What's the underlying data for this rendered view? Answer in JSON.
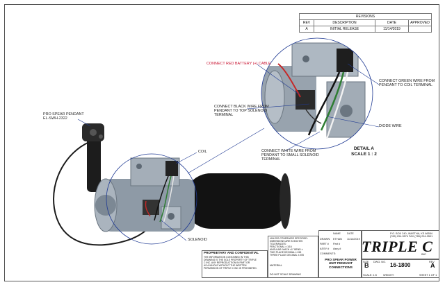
{
  "revisions": {
    "title": "REVISIONS",
    "headers": [
      "REV",
      "DESCRIPTION",
      "DATE",
      "APPROVED"
    ],
    "rows": [
      [
        "A",
        "INITIAL RELEASE",
        "11/14/2019",
        ""
      ]
    ]
  },
  "callouts": {
    "pendant": [
      "PRO SPEAR PENDANT",
      "EL-SWH-2322"
    ],
    "coil": "COIL",
    "solenoid": "SOLENOID",
    "red_cable": "CONNECT RED BATTERY (+) CABLE",
    "green_wire": [
      "CONNECT GREEN WIRE FROM",
      "PENDANT TO COIL TERMINAL"
    ],
    "black_wire": [
      "CONNECT BLACK WIRE FROM",
      "PENDANT TO TOP SOLENOID",
      "TERMINAL"
    ],
    "diode": "DIODE WIRE",
    "white_wire": [
      "CONNECT WHITE WIRE FROM",
      "PENDANT TO SMALL SOLENOID",
      "TERMINAL"
    ]
  },
  "detail": {
    "title": "DETAIL A",
    "scale": "SCALE 1 : 2"
  },
  "title_block": {
    "proprietary_title": "PROPRIETARY AND CONFIDENTIAL",
    "proprietary_text": [
      "THE INFORMATION CONTAINED IN THIS",
      "DRAWING IS THE SOLE PROPERTY OF TRIPLE",
      "C INC. ANY REPRODUCTION IN PART OR",
      "AS A WHOLE WITHOUT THE WRITTEN",
      "PERMISSION OF TRIPLE C INC IS PROHIBITED."
    ],
    "tolerance": [
      "UNLESS OTHERWISE SPECIFIED:",
      "DIMENSIONS ARE IN INCHES",
      "TOLERANCES:",
      "FRACTIONAL ±  1/16",
      "ANGULAR: MACH ±1° BEND ±",
      "TWO PLACE DECIMAL    ±.015",
      "THREE PLACE DECIMAL  ±.005"
    ],
    "material": "MATERIAL",
    "no_scale": "DO NOT SCALE DRAWING",
    "name_header": "NAME",
    "date_header": "DATE",
    "drawn_label": "DRAWN",
    "drawn_name": "ETHAN",
    "drawn_date": "11/14/2019",
    "part_label": "PART #",
    "part_value": "Part #",
    "assy_label": "ASSY #",
    "assy_value": "Assy #",
    "comments_label": "COMMENTS:",
    "title_lines": [
      "PRO SPEAR POWER",
      "UNIT PENDANT",
      "CONNECTIONS"
    ],
    "address": [
      "P.O. BOX 240, INASTHA, KS 66554",
      "(785) 294-3574  FAX (785) 294-3501"
    ],
    "logo": "TRIPLE C",
    "logo_inc": "INC",
    "size_label": "SIZE",
    "size_value": "B",
    "dwg_label": "DWG. NO.",
    "dwg_value": "16-1800",
    "rev_label": "REV",
    "rev_value": "A",
    "scale_label": "SCALE: 1:5",
    "weight_label": "WEIGHT:",
    "sheet_label": "SHEET 1 OF 1"
  }
}
